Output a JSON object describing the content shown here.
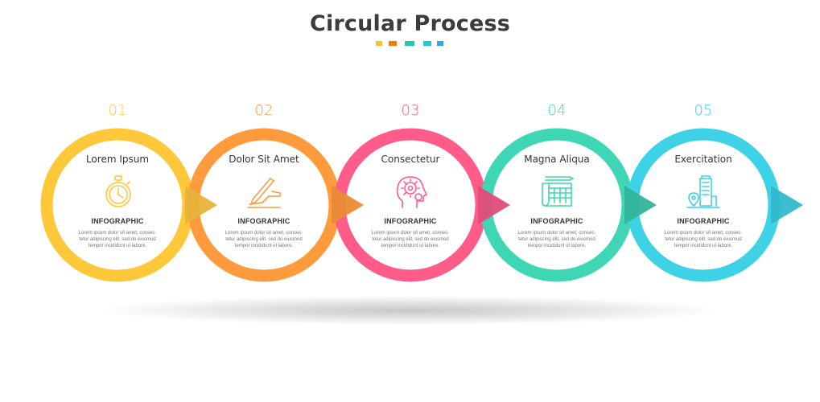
{
  "title": "Circular Process",
  "accent_dots": [
    "#FBC02D",
    "#F57C00",
    "#26C6B0",
    "#26C6DA",
    "#29ABE2"
  ],
  "steps": [
    {
      "number": "01",
      "title": "Lorem Ipsum",
      "tag": "INFOGRAPHIC",
      "body": [
        "Lorem ipsum dolor sit amet, consec-",
        "tetur adipiscing elit, sed do eiusmod",
        "tempor incididunt ut labore."
      ],
      "color": "#FFC73A",
      "arrow_color": "#E8B43A",
      "icon": "stopwatch-icon"
    },
    {
      "number": "02",
      "title": "Dolor Sit Amet",
      "tag": "INFOGRAPHIC",
      "body": [
        "Lorem ipsum dolor sit amet, consec-",
        "tetur adipiscing elit, sed do eiusmod",
        "tempor incididunt ut labore."
      ],
      "color": "#FF9B3D",
      "arrow_color": "#EB8A36",
      "icon": "hand-writing-icon"
    },
    {
      "number": "03",
      "title": "Consectetur",
      "tag": "INFOGRAPHIC",
      "body": [
        "Lorem ipsum dolor sit amet, consec-",
        "tetur adipiscing elit, sed do eiusmod",
        "tempor incididunt ut labore."
      ],
      "color": "#FF5C8A",
      "arrow_color": "#E24C7A",
      "icon": "head-gears-icon"
    },
    {
      "number": "04",
      "title": "Magna Aliqua",
      "tag": "INFOGRAPHIC",
      "body": [
        "Lorem ipsum dolor sit amet, consec-",
        "tetur adipiscing elit, sed do eiusmod",
        "tempor incididunt ut labore."
      ],
      "color": "#3ED6B4",
      "arrow_color": "#33B49A",
      "icon": "calendar-pencil-icon"
    },
    {
      "number": "05",
      "title": "Exercitation",
      "tag": "INFOGRAPHIC",
      "body": [
        "Lorem ipsum dolor sit amet, consec-",
        "tetur adipiscing elit, sed do eiusmod",
        "tempor incididunt ut labore."
      ],
      "color": "#3ED2E6",
      "arrow_color": "#33B8CC",
      "icon": "city-location-icon"
    }
  ]
}
